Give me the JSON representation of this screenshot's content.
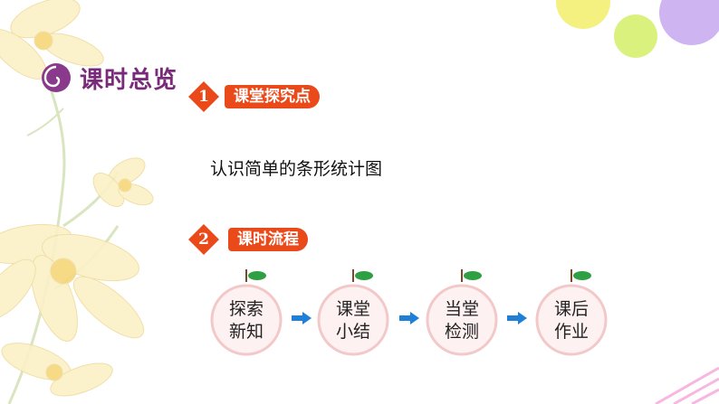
{
  "header": {
    "title": "课时总览"
  },
  "sections": [
    {
      "number": "1",
      "title": "课堂探究点"
    },
    {
      "number": "2",
      "title": "课时流程"
    }
  ],
  "topic": "认识简单的条形统计图",
  "flow": [
    {
      "line1": "探索",
      "line2": "新知"
    },
    {
      "line1": "课堂",
      "line2": "小结"
    },
    {
      "line1": "当堂",
      "line2": "检测"
    },
    {
      "line1": "课后",
      "line2": "作业"
    }
  ],
  "colors": {
    "accent": "#ea4a1a",
    "title": "#7a2a7a",
    "arrow": "#1e7fd8",
    "leaf": "#2ea043",
    "node_ring": "#f3c8c8",
    "node_fill": "#fdf1f1"
  }
}
